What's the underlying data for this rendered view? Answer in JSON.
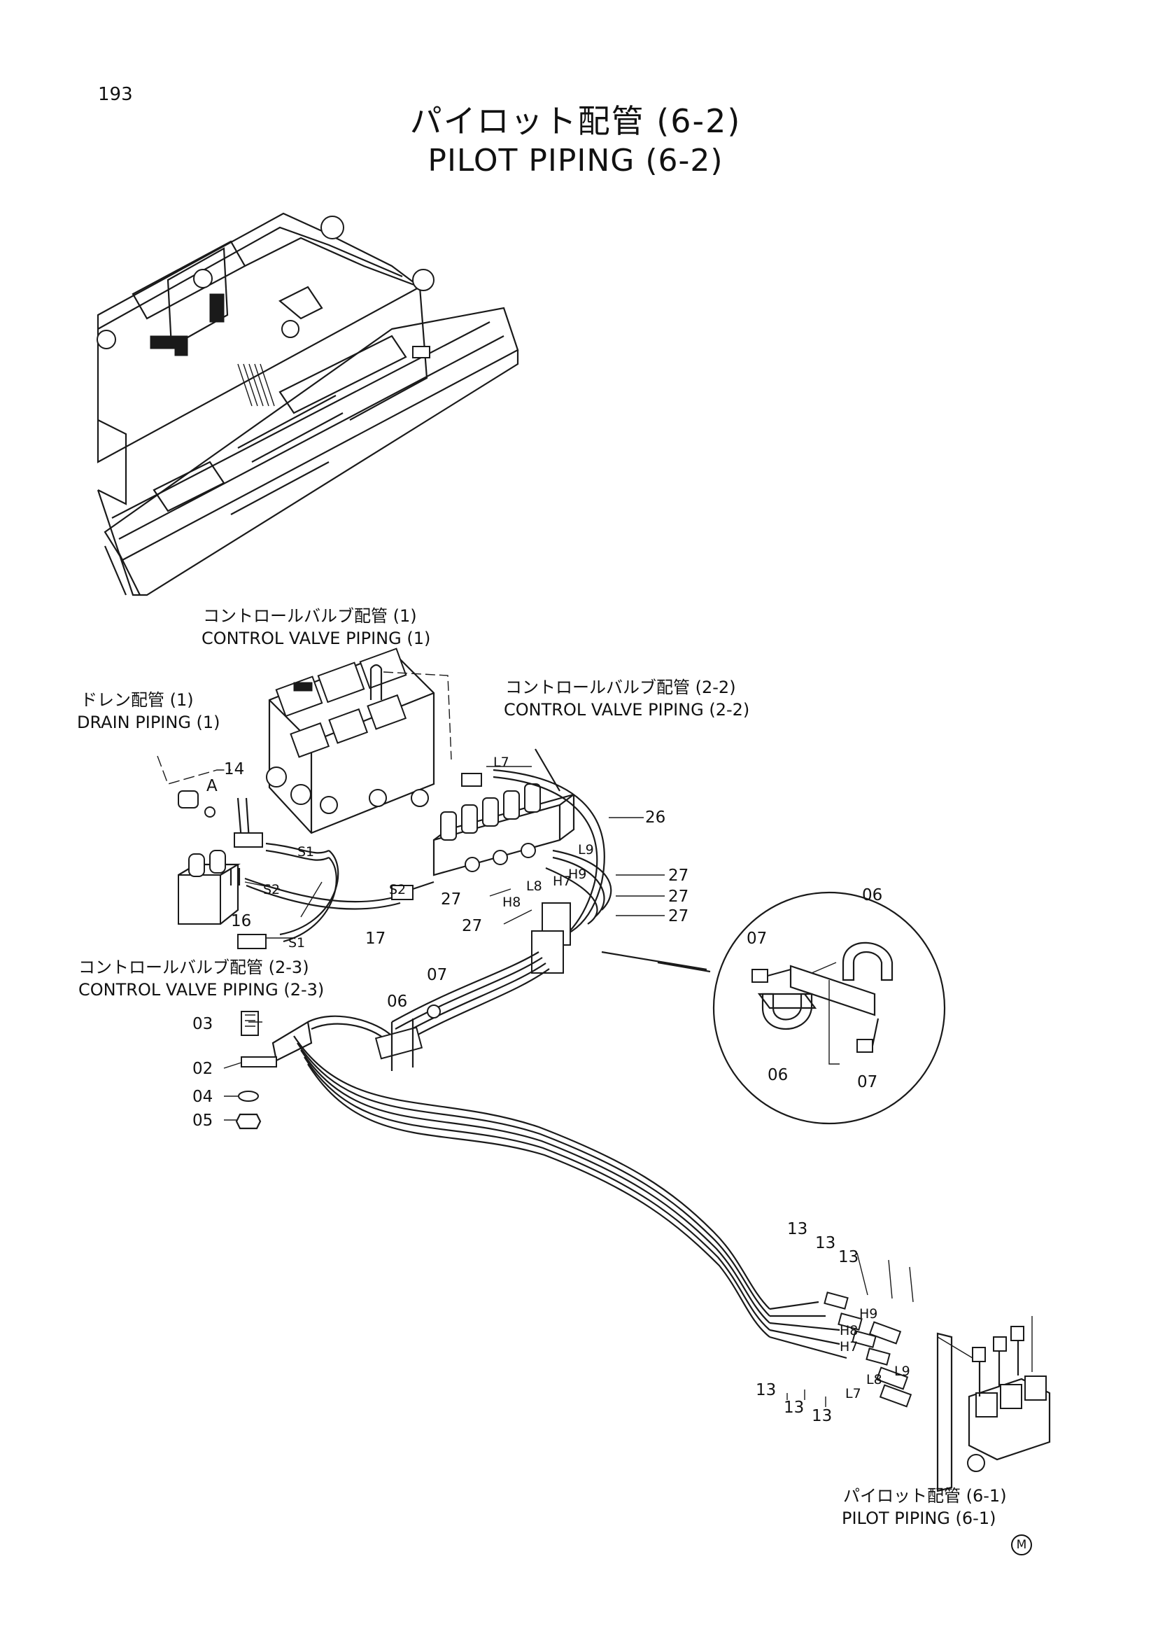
{
  "page": {
    "number": "193",
    "title_jp": "パイロット配管 (6-2)",
    "title_en": "PILOT PIPING (6-2)"
  },
  "references": {
    "cv1_jp": "コントロールバルブ配管 (1)",
    "cv1_en": "CONTROL VALVE PIPING (1)",
    "drain_jp": "ドレン配管 (1)",
    "drain_en": "DRAIN PIPING (1)",
    "cv22_jp": "コントロールバルブ配管  (2-2)",
    "cv22_en": "CONTROL VALVE PIPING (2-2)",
    "cv23_jp": "コントロールバルブ配管  (2-3)",
    "cv23_en": "CONTROL VALVE PIPING  (2-3)",
    "pp61_jp": "パイロット配管 (6-1)",
    "pp61_en": "PILOT PIPING (6-1)",
    "mark": "M"
  },
  "callouts": {
    "n14": "14",
    "A": "A",
    "S1a": "S1",
    "S2a": "S2",
    "S2b": "S2",
    "S1b": "S1",
    "n16": "16",
    "n17": "17",
    "L7a": "L7",
    "L9a": "L9",
    "H9a": "H9",
    "H7a": "H7",
    "L8a": "L8",
    "H8a": "H8",
    "n26": "26",
    "n27a": "27",
    "n27b": "27",
    "n27c": "27",
    "n27d": "27",
    "n27e": "27",
    "n07a": "07",
    "n06a": "06",
    "n03": "03",
    "n02": "02",
    "n04": "04",
    "n05": "05",
    "d06top": "06",
    "d07left": "07",
    "d06bot": "06",
    "d07bot": "07",
    "n13a": "13",
    "n13b": "13",
    "n13c": "13",
    "n13d": "13",
    "n13e": "13",
    "n13f": "13",
    "H9b": "H9",
    "H8b": "H8",
    "H7b": "H7",
    "L9b": "L9",
    "L8b": "L8",
    "L7b": "L7"
  }
}
